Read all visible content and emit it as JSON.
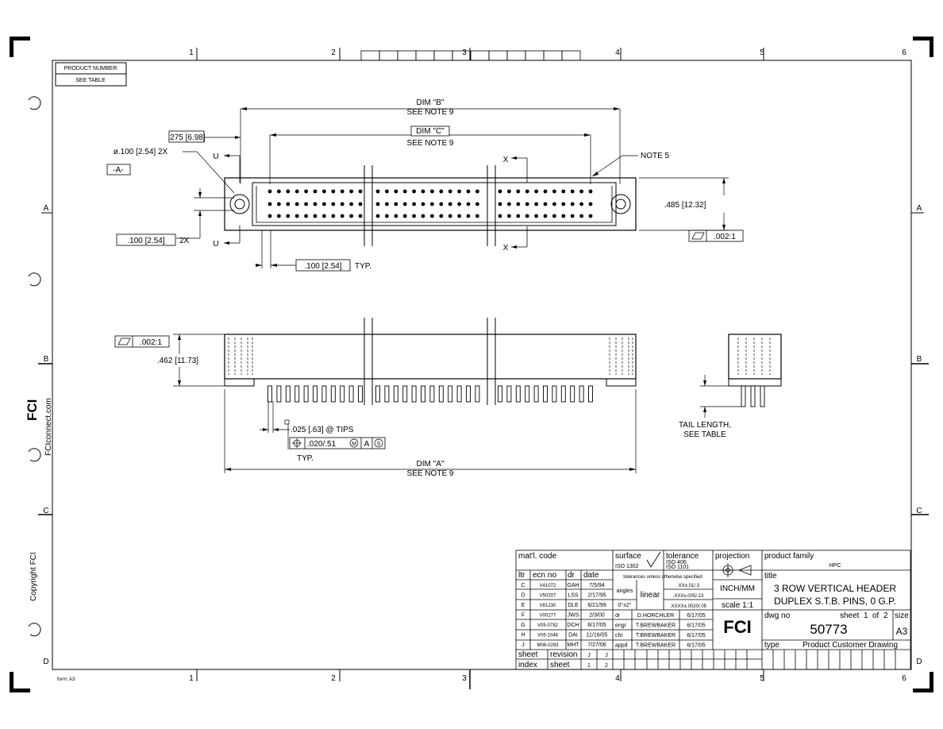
{
  "grid": {
    "cols": [
      "1",
      "2",
      "3",
      "4",
      "5",
      "6"
    ],
    "rows": [
      "A",
      "B",
      "C",
      "D"
    ]
  },
  "header_box": {
    "label": "PRODUCT NUMBER",
    "value": "SEE TABLE"
  },
  "top_view": {
    "dim_b": "DIM \"B\"",
    "dim_b_note": "SEE NOTE 9",
    "dim_c": "DIM \"C\"",
    "dim_c_note": "SEE NOTE 9",
    "dim_275": ".275 [6.98]",
    "hole_dia": "ø.100 [2.54] 2X",
    "datum_a": "-A-",
    "u_label": "U",
    "x_label": "X",
    "note5": "NOTE 5",
    "dim_485": ".485 [12.32]",
    "flat_tol": ".002:1",
    "dim_100_2x": ".100 [2.54]",
    "dim_100_2x_suffix": "2X",
    "pitch": ".100 [2.54]",
    "pitch_suffix": "TYP."
  },
  "side_view": {
    "flat_tol": ".002:1",
    "dim_462": ".462 [11.73]",
    "tip": ".025 [.63] @ TIPS",
    "position_tol": ".020/.51",
    "datum_m": "M",
    "datum_a": "A",
    "datum_s": "S",
    "typ": "TYP.",
    "dim_a": "DIM \"A\"",
    "dim_a_note": "SEE NOTE 9",
    "tail_length": "TAIL LENGTH,",
    "tail_note": "SEE TABLE"
  },
  "left_margin": {
    "website": "FCIconnect.com",
    "copyright": "Copyright FCI",
    "logo": "FCI"
  },
  "footer_form": "form: A3",
  "title_block": {
    "matl_code_label": "mat'l. code",
    "surface_label": "surface",
    "surface_iso": "ISO 1302",
    "tolerance_label": "tolerance",
    "tolerance_iso1": "ISO 406",
    "tolerance_iso2": "ISO 1101",
    "tol_note": "tolerances unless otherwise specified",
    "angles_label": "angles",
    "angles_value": "0°±2°",
    "linear_label": "linear",
    "lin_xx": ".XX±.01/.3",
    "lin_xxx": ".XXX±.005/.13",
    "lin_xxxx": ".XXXX±.0020/.05",
    "projection_label": "projection",
    "units": "INCH/MM",
    "scale": "scale 1:1",
    "product_family_label": "product family",
    "product_family": "HPC",
    "title_label": "title",
    "title_line1": "3 ROW VERTICAL HEADER",
    "title_line2": "DUPLEX S.T.B. PINS, 0 G.P.",
    "dwg_no_label": "dwg no",
    "dwg_no": "50773",
    "sheet_label": "sheet",
    "sheet_no": "1",
    "of_label": "of",
    "sheet_total": "2",
    "size_label": "size",
    "size": "A3",
    "type_label": "type",
    "type_value": "Product Customer Drawing",
    "logo": "FCI",
    "rev_headers": [
      "ltr",
      "ecn no",
      "dr",
      "date"
    ],
    "revisions": [
      {
        "ltr": "C",
        "ecn": "V41072",
        "dr": "GAH",
        "date": "7/5/94"
      },
      {
        "ltr": "D",
        "ecn": "V50207",
        "dr": "LSS",
        "date": "2/17/95"
      },
      {
        "ltr": "E",
        "ecn": "V81230",
        "dr": "DLE",
        "date": "6/21/99"
      },
      {
        "ltr": "F",
        "ecn": "V00277",
        "dr": "JWS",
        "date": "2/3/00"
      },
      {
        "ltr": "G",
        "ecn": "V05-0782",
        "dr": "DCH",
        "date": "6/17/05"
      },
      {
        "ltr": "H",
        "ecn": "V05-1046",
        "dr": "DAI",
        "date": "11/16/05"
      },
      {
        "ltr": "J",
        "ecn": "M06-0283",
        "dr": "MHT",
        "date": "7/27/06"
      }
    ],
    "approvals": [
      {
        "role": "dr",
        "name": "D.HORCHLER",
        "date": "6/17/05"
      },
      {
        "role": "engr",
        "name": "T.BREWBAKER",
        "date": "6/17/05"
      },
      {
        "role": "chr",
        "name": "T.BREWBAKER",
        "date": "6/17/05"
      },
      {
        "role": "appd",
        "name": "T.BREWBAKER",
        "date": "6/17/05"
      }
    ],
    "index_row1": [
      "sheet",
      "revision",
      "J",
      "J"
    ],
    "index_row2": [
      "index",
      "sheet",
      "1",
      "2"
    ]
  }
}
